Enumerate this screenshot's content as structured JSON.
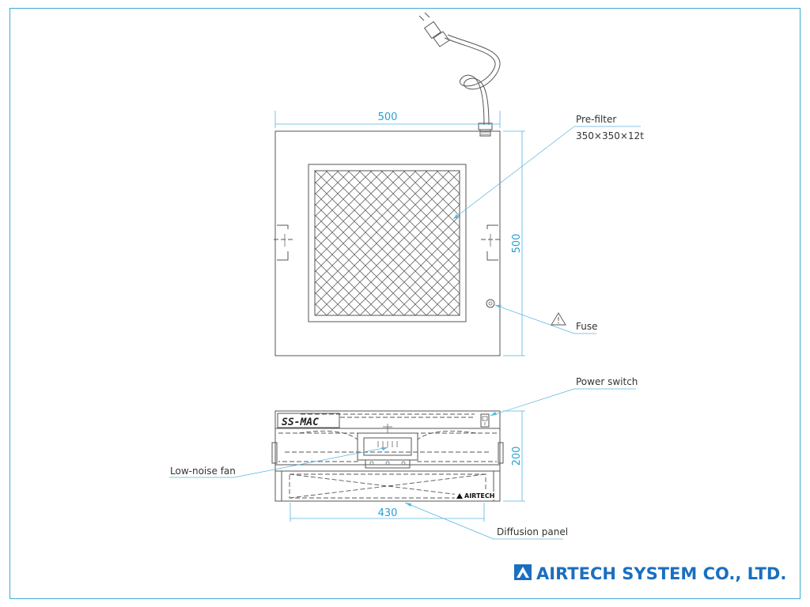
{
  "dimensions": {
    "top_width": "500",
    "top_height": "500",
    "front_width": "430",
    "front_height": "200"
  },
  "labels": {
    "prefilter": "Pre-filter",
    "prefilter_spec": "350×350×12t",
    "fuse": "Fuse",
    "power_switch": "Power switch",
    "low_noise_fan": "Low-noise fan",
    "diffusion_panel": "Diffusion panel"
  },
  "unit": {
    "model": "SS-MAC",
    "panel_brand": "AIRTECH"
  },
  "company": {
    "name": "AIRTECH SYSTEM CO., LTD."
  },
  "colors": {
    "border": "#3ea8d6",
    "dimension": "#2a9fd0",
    "brand": "#1a6fc0",
    "outline": "#555555"
  }
}
